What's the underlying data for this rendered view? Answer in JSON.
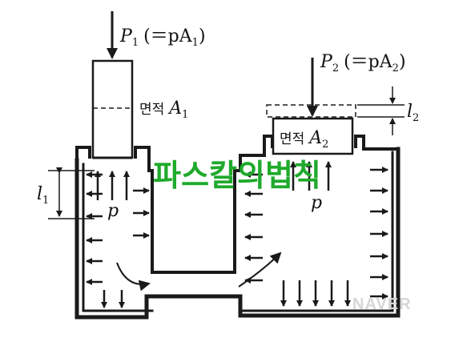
{
  "title": "파스칼의법칙",
  "force_1": {
    "symbol": "P",
    "index": "1",
    "formula": "(＝pA",
    "formula_index": "1",
    "formula_end": ")"
  },
  "force_2": {
    "symbol": "P",
    "index": "2",
    "formula": "(＝pA",
    "formula_index": "2",
    "formula_end": ")"
  },
  "area_1": {
    "label": "면적",
    "symbol": "A",
    "index": "1"
  },
  "area_2": {
    "label": "면적",
    "symbol": "A",
    "index": "2"
  },
  "length_1": {
    "symbol": "l",
    "index": "1"
  },
  "length_2": {
    "symbol": "l",
    "index": "2"
  },
  "pressure_left": "p",
  "pressure_right": "p",
  "watermark": "NAVER",
  "colors": {
    "ink": "#1a1a1a",
    "title": "#1faa2c",
    "watermark": "#d6d6d6"
  }
}
